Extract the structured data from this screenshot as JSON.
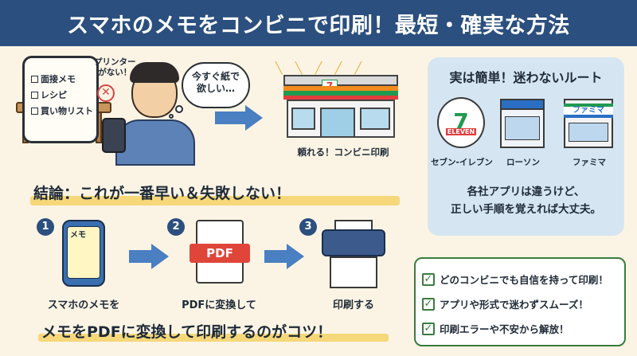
{
  "title": "スマホのメモをコンビニで印刷！最短・確実な方法",
  "scene": {
    "memo_items": [
      "面接メモ",
      "レシピ",
      "買い物リスト"
    ],
    "no_printer": "プリンター\nがない！",
    "thought": "今すぐ紙で\n欲しい…",
    "store_caption": "頼れる！コンビニ印刷",
    "store_logo": "7"
  },
  "route_panel": {
    "title": "実は簡単！迷わないルート",
    "stores": [
      {
        "name": "セブン-イレブン",
        "logo_text": "7",
        "logo_sub": "ELEVEN"
      },
      {
        "name": "ローソン"
      },
      {
        "name": "ファミマ",
        "sign_text": "ファミマ"
      }
    ],
    "note": "各社アプリは違うけど、\n正しい手順を覚えれば大丈夫。"
  },
  "conclusion": "結論：これが一番早い＆失敗しない！",
  "steps": [
    {
      "num": "1",
      "caption": "スマホのメモを",
      "icon_text": "メモ"
    },
    {
      "num": "2",
      "caption": "PDFに変換して",
      "icon_text": "PDF"
    },
    {
      "num": "3",
      "caption": "印刷する"
    }
  ],
  "bottom_message": "メモをPDFに変換して印刷するのがコツ！",
  "checklist": [
    "どのコンビニでも自信を持って印刷！",
    "アプリや形式で迷わずスムーズ！",
    "印刷エラーや不安から解放！"
  ],
  "colors": {
    "banner": "#2b4f7e",
    "background": "#fbf4e4",
    "accent_blue": "#4a7fc1",
    "highlight": "#f6d77a",
    "check_green": "#3a7c3e",
    "pdf_red": "#e0453a"
  }
}
